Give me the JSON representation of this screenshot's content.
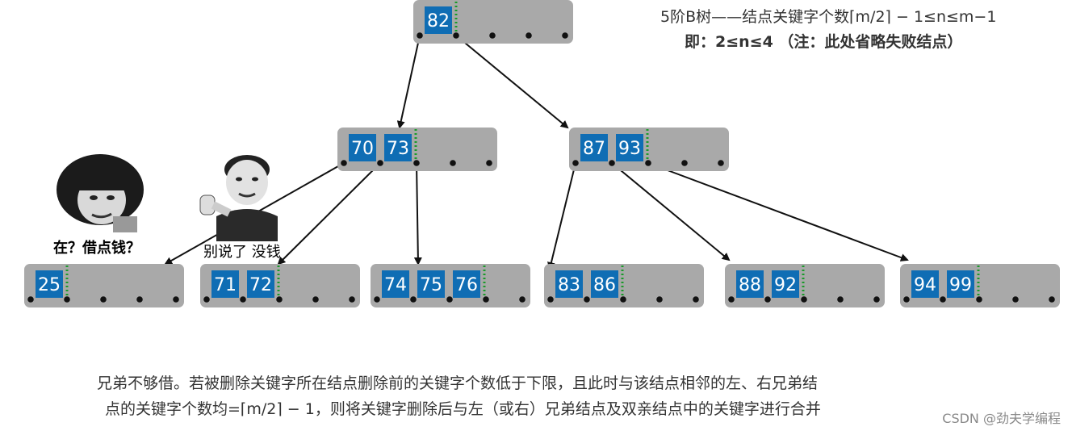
{
  "title": {
    "line1": "5阶B树——结点关键字个数⌈m/2⌉ − 1≤n≤m−1",
    "line2": "即：2≤n≤4 （注：此处省略失败结点）"
  },
  "nodes": [
    {
      "id": "root",
      "keys": [
        "82"
      ]
    },
    {
      "id": "mid-left",
      "keys": [
        "70",
        "73"
      ]
    },
    {
      "id": "mid-right",
      "keys": [
        "87",
        "93"
      ]
    },
    {
      "id": "leaf-1",
      "keys": [
        "25"
      ]
    },
    {
      "id": "leaf-2",
      "keys": [
        "71",
        "72"
      ]
    },
    {
      "id": "leaf-3",
      "keys": [
        "74",
        "75",
        "76"
      ]
    },
    {
      "id": "leaf-4",
      "keys": [
        "83",
        "86"
      ]
    },
    {
      "id": "leaf-5",
      "keys": [
        "88",
        "92"
      ]
    },
    {
      "id": "leaf-6",
      "keys": [
        "94",
        "99"
      ]
    }
  ],
  "memes": {
    "left_text": "在？借点钱？",
    "right_text": "别说了 没钱"
  },
  "caption": {
    "line1": "兄弟不够借。若被删除关键字所在结点删除前的关键字个数低于下限，且此时与该结点相邻的左、右兄弟结",
    "line2": "点的关键字个数均=⌈m/2⌉ − 1，则将关键字删除后与左（或右）兄弟结点及双亲结点中的关键字进行合并"
  },
  "watermark": "CSDN @劲夫学编程",
  "colors": {
    "node_fill": "#a9a9a9",
    "key_fill": "#0f6db4",
    "key_text": "#ffffff",
    "divider": "#1a9a2a",
    "arrow": "#111111"
  }
}
